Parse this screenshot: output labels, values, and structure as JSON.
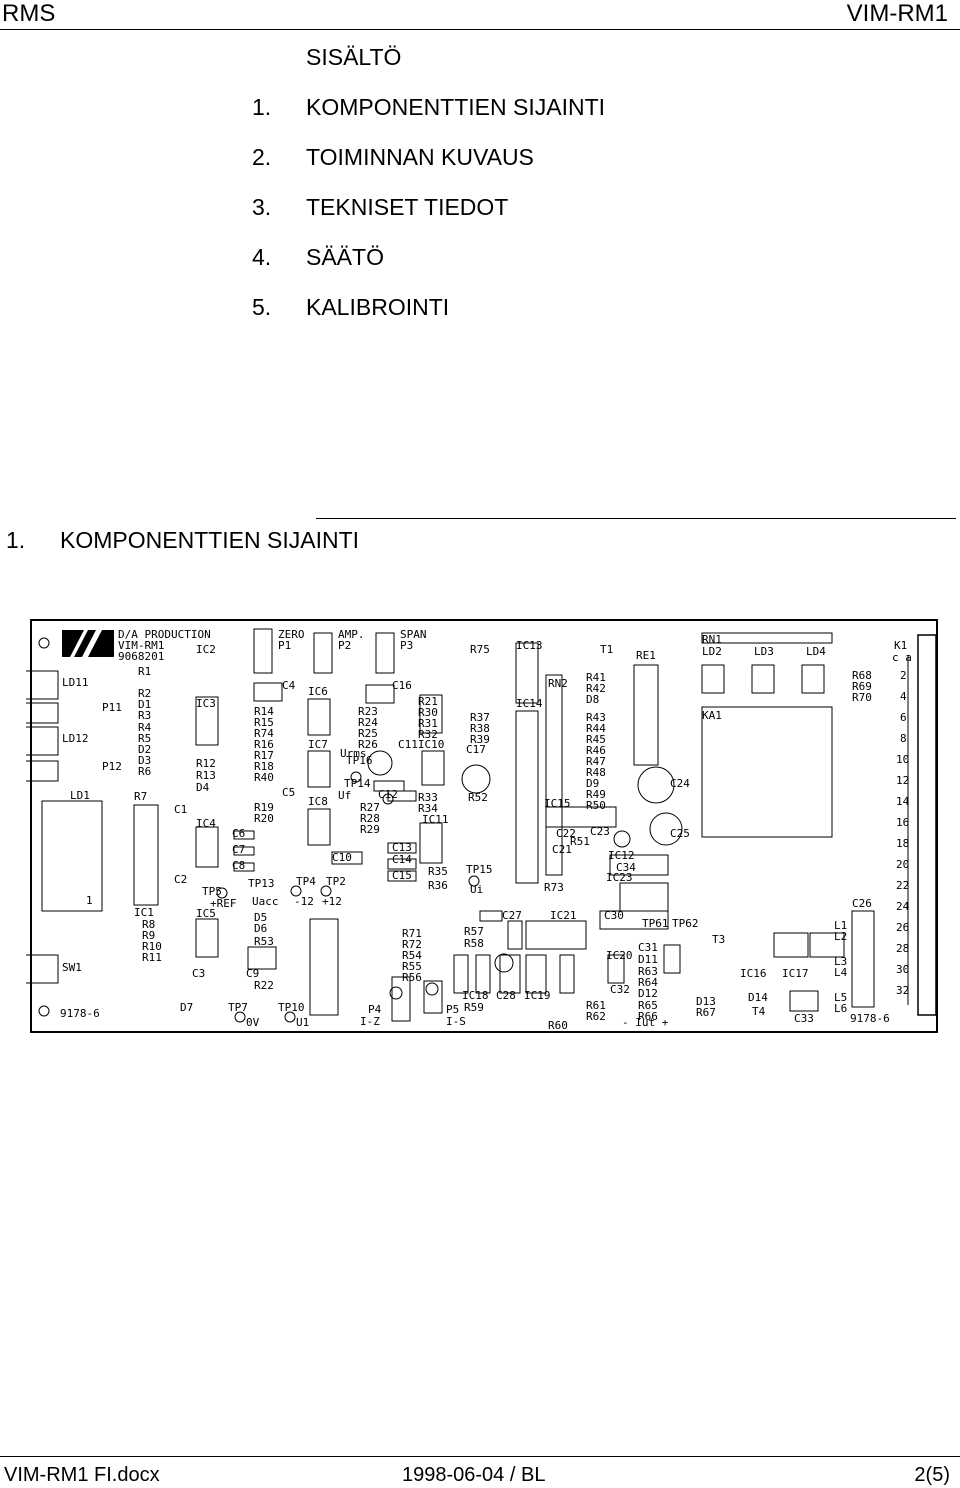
{
  "header": {
    "left": "RMS",
    "right": "VIM-RM1"
  },
  "toc": {
    "title": "SISÄLTÖ",
    "items": [
      {
        "num": "1.",
        "text": "KOMPONENTTIEN SIJAINTI"
      },
      {
        "num": "2.",
        "text": "TOIMINNAN KUVAUS"
      },
      {
        "num": "3.",
        "text": "TEKNISET TIEDOT"
      },
      {
        "num": "4.",
        "text": "SÄÄTÖ"
      },
      {
        "num": "5.",
        "text": "KALIBROINTI"
      }
    ]
  },
  "section": {
    "num": "1.",
    "title": "KOMPONENTTIEN SIJAINTI"
  },
  "board": {
    "header_lines": [
      "D/A PRODUCTION",
      "VIM-RM1",
      "9068201"
    ],
    "board_code": "9178-6",
    "pot_labels": [
      "ZERO",
      "AMP.",
      "SPAN"
    ],
    "pot_refs": [
      "P1",
      "P2",
      "P3"
    ],
    "left_labels": [
      "LD11",
      "P11",
      "LD12",
      "P12",
      "LD1",
      "SW1"
    ],
    "pin_numbers": [
      "2",
      "4",
      "6",
      "8",
      "10",
      "12",
      "14",
      "16",
      "18",
      "20",
      "22",
      "24",
      "26",
      "28",
      "30",
      "32"
    ],
    "bottom_labels": [
      "D7",
      "TP7",
      "0V",
      "TP10",
      "U1",
      "P4",
      "I-Z",
      "P5",
      "I-S",
      "R60",
      "- Iut +",
      "T4",
      "C33"
    ],
    "top_right_labels": [
      "RN1",
      "LD2",
      "LD3",
      "LD4",
      "K1",
      "c a"
    ]
  },
  "footer": {
    "left": "VIM-RM1 FI.docx",
    "center": "1998-06-04 / BL",
    "right": "2(5)"
  }
}
